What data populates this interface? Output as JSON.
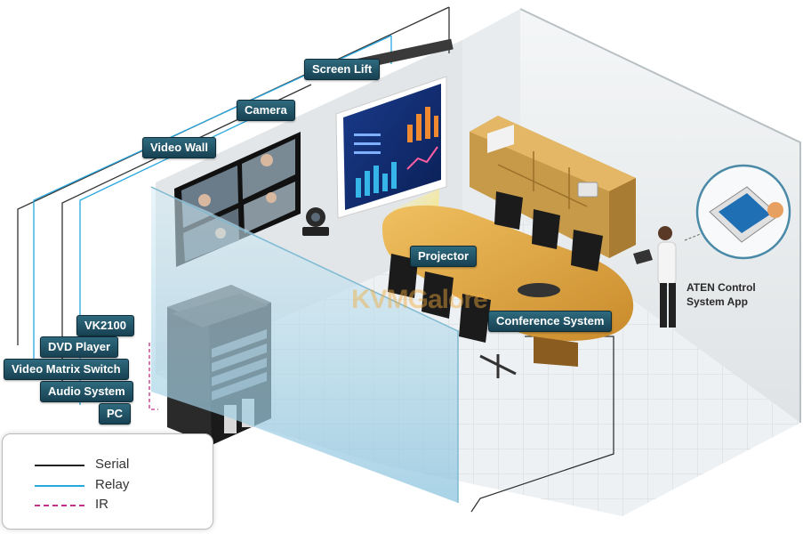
{
  "labels": {
    "screen_lift": "Screen Lift",
    "camera": "Camera",
    "video_wall": "Video Wall",
    "projector": "Projector",
    "conference_system": "Conference System",
    "aten_app": "ATEN Control\nSystem App",
    "vk2100": "VK2100",
    "dvd_player": "DVD Player",
    "video_matrix_switch": "Video Matrix Switch",
    "audio_system": "Audio System",
    "pc": "PC"
  },
  "watermark": "KVMGalore",
  "legend": {
    "items": [
      {
        "label": "Serial",
        "color": "#222222",
        "style": "solid"
      },
      {
        "label": "Relay",
        "color": "#28a8e0",
        "style": "solid"
      },
      {
        "label": "IR",
        "color": "#c2308a",
        "style": "dashed"
      }
    ]
  },
  "colors": {
    "label_bg": "#1f5062",
    "table": "#d9a441",
    "cabinet": "#c79a4a",
    "glass": "#9fd0e6"
  }
}
